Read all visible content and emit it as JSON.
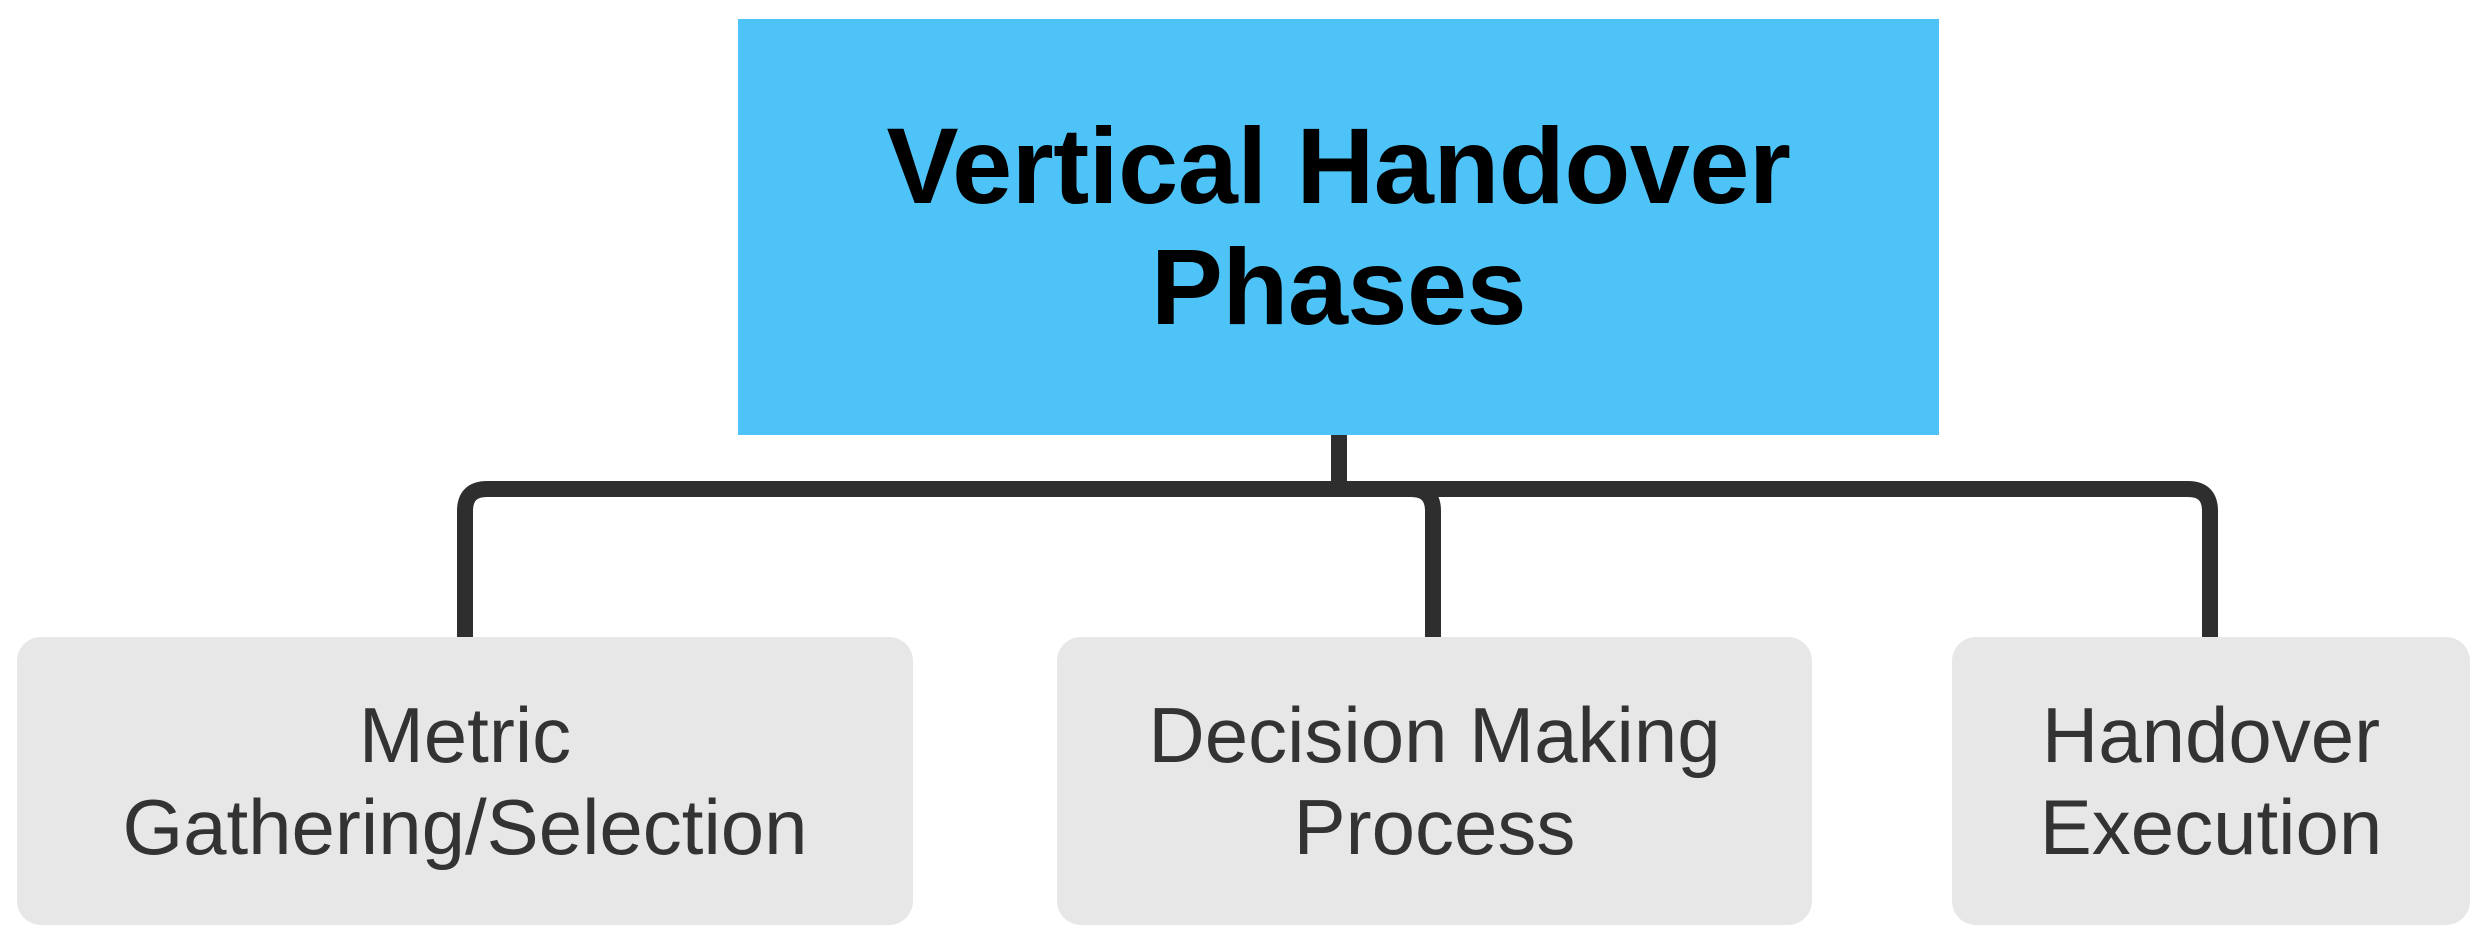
{
  "diagram": {
    "type": "tree-hierarchy",
    "orientation": "top-down",
    "background_color": "#ffffff",
    "root": {
      "label": "Vertical Handover\nPhases",
      "fill_color": "#4ec3f7",
      "text_color": "#000000",
      "shape": "rectangle"
    },
    "connector": {
      "color": "#2e2e2e",
      "stroke_width": 16,
      "style": "orthogonal-rounded",
      "corner_radius": 22
    },
    "children": [
      {
        "label": "Metric\nGathering/Selection",
        "fill_color": "#e7e7e7",
        "text_color": "#333333",
        "shape": "rounded-rectangle"
      },
      {
        "label": "Decision Making\nProcess",
        "fill_color": "#e7e7e7",
        "text_color": "#333333",
        "shape": "rounded-rectangle"
      },
      {
        "label": "Handover\nExecution",
        "fill_color": "#e7e7e7",
        "text_color": "#333333",
        "shape": "rounded-rectangle"
      }
    ]
  }
}
